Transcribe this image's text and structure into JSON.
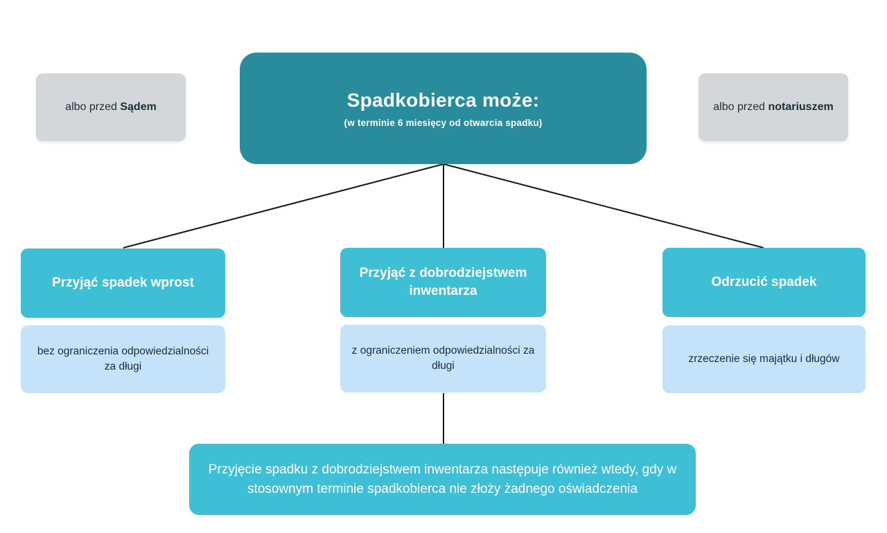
{
  "palette": {
    "teal_dark": "#288C9C",
    "cyan": "#3EBFD6",
    "light_blue": "#C4E2FA",
    "gray": "#D3D7D9",
    "text_dark": "#1F2D36",
    "line": "#161616",
    "white": "#FFFFFF"
  },
  "root": {
    "title": "Spadkobierca może:",
    "subtitle": "(w terminie 6 miesięcy od otwarcia spadku)"
  },
  "side_notes": {
    "left": {
      "prefix": "albo przed ",
      "bold": "Sądem"
    },
    "right": {
      "prefix": "albo przed ",
      "bold": "notariuszem"
    }
  },
  "options": [
    {
      "title": "Przyjąć spadek wprost",
      "detail": "bez ograniczenia odpowiedzialności za długi"
    },
    {
      "title": "Przyjąć z dobrodziejstwem inwentarza",
      "detail": "z ograniczeniem odpowiedzialności za długi"
    },
    {
      "title": "Odrzucić spadek",
      "detail": "zrzeczenie się majątku i długów"
    }
  ],
  "footnote": "Przyjęcie spadku z dobrodziejstwem inwentarza następuje również wtedy, gdy w stosownym terminie spadkobierca nie złoży żadnego oświadczenia"
}
